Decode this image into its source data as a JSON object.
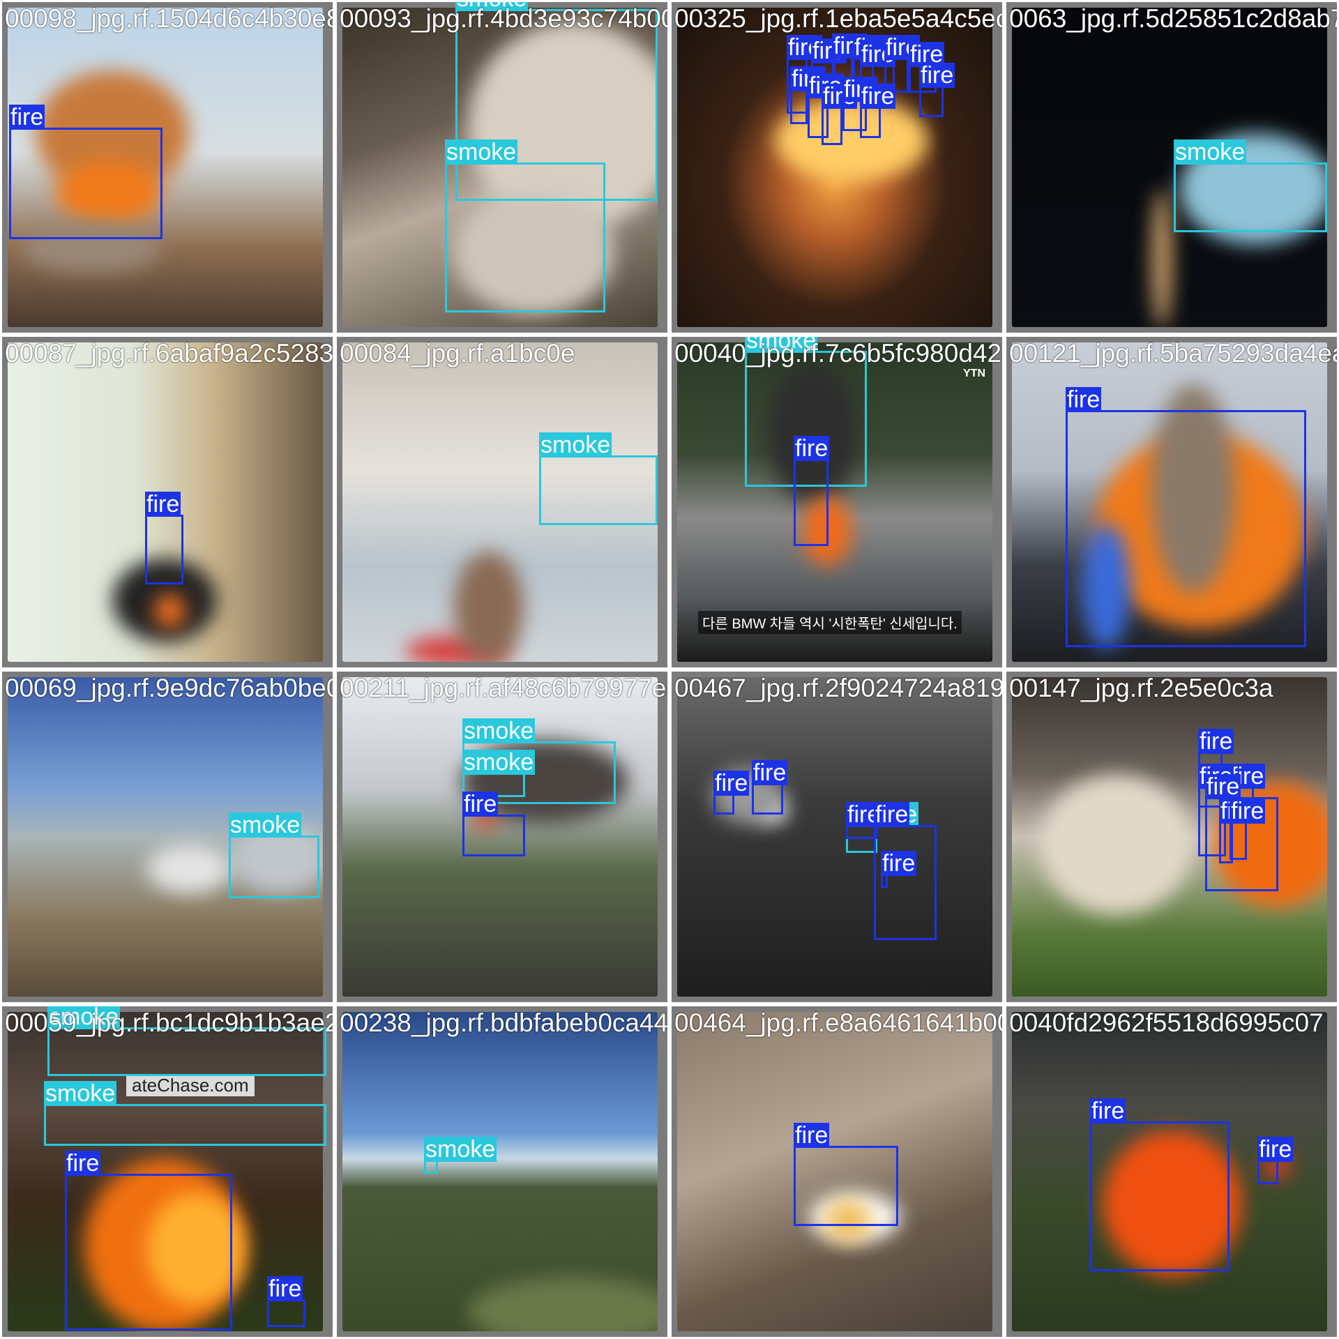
{
  "colors": {
    "fire": "#1c33e6",
    "smoke": "#2ac8dc",
    "tile_bg": "#7b7b7b",
    "label_text": "#ffffff"
  },
  "tiles": [
    {
      "file": "00098_jpg.rf.1504d6c4b30e8007263b",
      "scene": "linear-gradient(180deg,#bcd3e6 0%,#d8dfe2 45%,#8f6f52 75%,#4a3a2e 100%)",
      "blobs": [
        {
          "c": "#c87a3c"
        },
        {
          "c": "#f07a1a"
        },
        {
          "c": "#9a8878"
        }
      ],
      "dets": [
        {
          "cls": "fire",
          "label": "fire"
        }
      ]
    },
    {
      "file": "00093_jpg.rf.4bd3e93c74b0024735a5425e544c5ecb5d0",
      "scene": "linear-gradient(160deg,#3a3226 0%,#6a5e52 35%,#b6aa9c 55%,#4a4234 100%)",
      "blobs": [
        {
          "c": "#d8cfc4"
        },
        {
          "c": "#cfc6bb"
        }
      ],
      "dets": [
        {
          "cls": "smoke",
          "label": "smoke"
        },
        {
          "cls": "smoke",
          "label": "smoke"
        }
      ]
    },
    {
      "file": "00325_jpg.rf.1eba5e5a4c5ecb5d00534e4a96f2585b79f0383a",
      "scene": "radial-gradient(ellipse at 50% 55%,#f0a040 0%,#b8602a 22%,#3a2214 50%,#1a120c 100%)",
      "blobs": [
        {
          "c": "#ffcc66"
        }
      ],
      "dets": [
        {
          "cls": "fire",
          "label": "fire"
        },
        {
          "cls": "fire",
          "label": "fire"
        },
        {
          "cls": "fire",
          "label": "fire"
        },
        {
          "cls": "fire",
          "label": "fire"
        },
        {
          "cls": "fire",
          "label": "fire"
        },
        {
          "cls": "fire",
          "label": "fire"
        },
        {
          "cls": "fire",
          "label": "fire"
        },
        {
          "cls": "fire",
          "label": "fire"
        },
        {
          "cls": "fire",
          "label": "fire"
        },
        {
          "cls": "fire",
          "label": "fire"
        },
        {
          "cls": "fire",
          "label": "fire"
        },
        {
          "cls": "fire",
          "label": "fire"
        },
        {
          "cls": "fire",
          "label": "fire"
        }
      ]
    },
    {
      "file": "0063_jpg.rf.5d25851c2d8ab79f0383a",
      "scene": "linear-gradient(180deg,#05070a 0%,#0a0d12 100%)",
      "blobs": [
        {
          "c": "#8fc3d8"
        },
        {
          "c": "#caa06a"
        }
      ],
      "dets": [
        {
          "cls": "smoke",
          "label": "smoke"
        }
      ]
    },
    {
      "file": "00087_jpg.rf.6abaf9a2c5283160297acb05ee0738404b",
      "scene": "linear-gradient(90deg,#e8efe6 0%,#dfe6d6 40%,#c9b48c 65%,#6a5a44 100%)",
      "blobs": [
        {
          "c": "#222222"
        },
        {
          "c": "#f07020"
        }
      ],
      "dets": [
        {
          "cls": "fire",
          "label": "fire"
        }
      ]
    },
    {
      "file": "00084_jpg.rf.a1bc0e",
      "scene": "linear-gradient(180deg,#c8c2b8 0%,#e6e2dc 40%,#b8c4cc 70%,#d0d6da 100%)",
      "blobs": [
        {
          "c": "#d64040"
        },
        {
          "c": "#8a6a54"
        }
      ],
      "dets": [
        {
          "cls": "smoke",
          "label": "smoke"
        }
      ]
    },
    {
      "file": "00040_jpg.rf.7c6b5fc980d424970919ba5ba75293da4eafe",
      "scene": "linear-gradient(180deg,#2a3a26 0%,#3c4a34 35%,#8a8a8a 55%,#555a5c 80%,#1a1a1a 100%)",
      "blobs": [
        {
          "c": "#2e2e2e"
        },
        {
          "c": "#f06a1a"
        }
      ],
      "subtitle": "다른 BMW 차들 역시 '시한폭탄' 신세입니다.",
      "badge": "YTN",
      "dets": [
        {
          "cls": "smoke",
          "label": "smoke"
        },
        {
          "cls": "fire",
          "label": "fire"
        }
      ]
    },
    {
      "file": "00121_jpg.rf.5ba75293da4eafe",
      "scene": "linear-gradient(180deg,#c8ced6 0%,#b4bcc6 40%,#3a3e46 70%,#1c1e22 100%)",
      "blobs": [
        {
          "c": "#f07a1a"
        },
        {
          "c": "#3a6ad8"
        },
        {
          "c": "#8a7a6a"
        }
      ],
      "dets": [
        {
          "cls": "fire",
          "label": "fire"
        }
      ]
    },
    {
      "file": "00069_jpg.rf.9e9dc76ab0be0208eef3afff48c6b79977eb",
      "scene": "linear-gradient(180deg,#3a5ca8 0%,#7aa0d4 35%,#a8b4b8 50%,#8a7a5e 75%,#5a4c3a 100%)",
      "blobs": [
        {
          "c": "#c0c6cc"
        },
        {
          "c": "#e4e4e4"
        }
      ],
      "dets": [
        {
          "cls": "smoke",
          "label": "smoke"
        }
      ]
    },
    {
      "file": "00211_jpg.rf.af48c6b79977eb046467cd0a02f9024724a819d",
      "scene": "linear-gradient(180deg,#e8ecef 0%,#c4c8cc 35%,#5a6a4a 60%,#3a3a34 100%)",
      "blobs": [
        {
          "c": "#4a4440"
        },
        {
          "c": "#e24a2a"
        }
      ],
      "dets": [
        {
          "cls": "smoke",
          "label": "smoke"
        },
        {
          "cls": "smoke",
          "label": "smoke"
        },
        {
          "cls": "fire",
          "label": "fire"
        }
      ]
    },
    {
      "file": "00467_jpg.rf.2f9024724a819d00147c4b7205",
      "scene": "linear-gradient(180deg,#6a6a6a 0%,#3a3a3a 40%,#1e1e1e 100%)",
      "blobs": [
        {
          "c": "#e6e6e6"
        },
        {
          "c": "#9a9a9a"
        }
      ],
      "dets": [
        {
          "cls": "fire",
          "label": "fire"
        },
        {
          "cls": "fire",
          "label": "fire"
        },
        {
          "cls": "smoke",
          "label": "smoke"
        },
        {
          "cls": "fire",
          "label": "fire"
        },
        {
          "cls": "fire",
          "label": "fire"
        },
        {
          "cls": "fire",
          "label": "fire"
        }
      ]
    },
    {
      "file": "00147_jpg.rf.2e5e0c3a",
      "scene": "linear-gradient(180deg,#3a3430 0%,#6a625a 30%,#c8c0b4 50%,#5a7a3a 80%,#3a5a24 100%)",
      "blobs": [
        {
          "c": "#f06a10"
        },
        {
          "c": "#e2d8c8"
        }
      ],
      "dets": [
        {
          "cls": "fire",
          "label": "fire"
        },
        {
          "cls": "fire",
          "label": "fire"
        },
        {
          "cls": "fire",
          "label": "fire"
        },
        {
          "cls": "fire",
          "label": "fire"
        },
        {
          "cls": "fire",
          "label": "fire"
        },
        {
          "cls": "fire",
          "label": "fire"
        }
      ]
    },
    {
      "file": "00059_jpg.rf.bc1dc9b1b3ae233872d20328fa4dbfabeb0c",
      "scene": "linear-gradient(180deg,#3a3430 0%,#5a4a40 30%,#3a2a1a 60%,#2a3a1a 100%)",
      "blobs": [
        {
          "c": "#f07010"
        },
        {
          "c": "#ffb030"
        }
      ],
      "watermark": "ateChase.com",
      "dets": [
        {
          "cls": "smoke",
          "label": "smoke"
        },
        {
          "cls": "smoke",
          "label": "smoke"
        },
        {
          "cls": "fire",
          "label": "fire"
        },
        {
          "cls": "fire",
          "label": "fire"
        }
      ]
    },
    {
      "file": "00238_jpg.rf.bdbfabeb0ca4464bcff0e8a6461641b",
      "scene": "linear-gradient(180deg,#2a4a8a 0%,#6a9ad4 38%,#c8d8e4 46%,#4a5a3a 55%,#3a4a2a 100%)",
      "blobs": [
        {
          "c": "#6a7a4a"
        }
      ],
      "dets": [
        {
          "cls": "smoke",
          "label": "smoke"
        }
      ]
    },
    {
      "file": "00464_jpg.rf.e8a6461641b0040fd2962f5518d6995c07",
      "scene": "linear-gradient(160deg,#8a7a6a 0%,#b4a494 40%,#6a5a4a 70%,#4a4038 100%)",
      "blobs": [
        {
          "c": "#ffffff"
        },
        {
          "c": "#f0c060"
        }
      ],
      "dets": [
        {
          "cls": "fire",
          "label": "fire"
        }
      ]
    },
    {
      "file": "0040fd2962f5518d6995c07",
      "scene": "linear-gradient(180deg,#2a2e30 0%,#4a4a44 30%,#3a4a2a 60%,#2a3a20 100%)",
      "blobs": [
        {
          "c": "#f05010"
        },
        {
          "c": "#d84020"
        }
      ],
      "dets": [
        {
          "cls": "fire",
          "label": "fire"
        },
        {
          "cls": "fire",
          "label": "fire"
        }
      ]
    }
  ]
}
